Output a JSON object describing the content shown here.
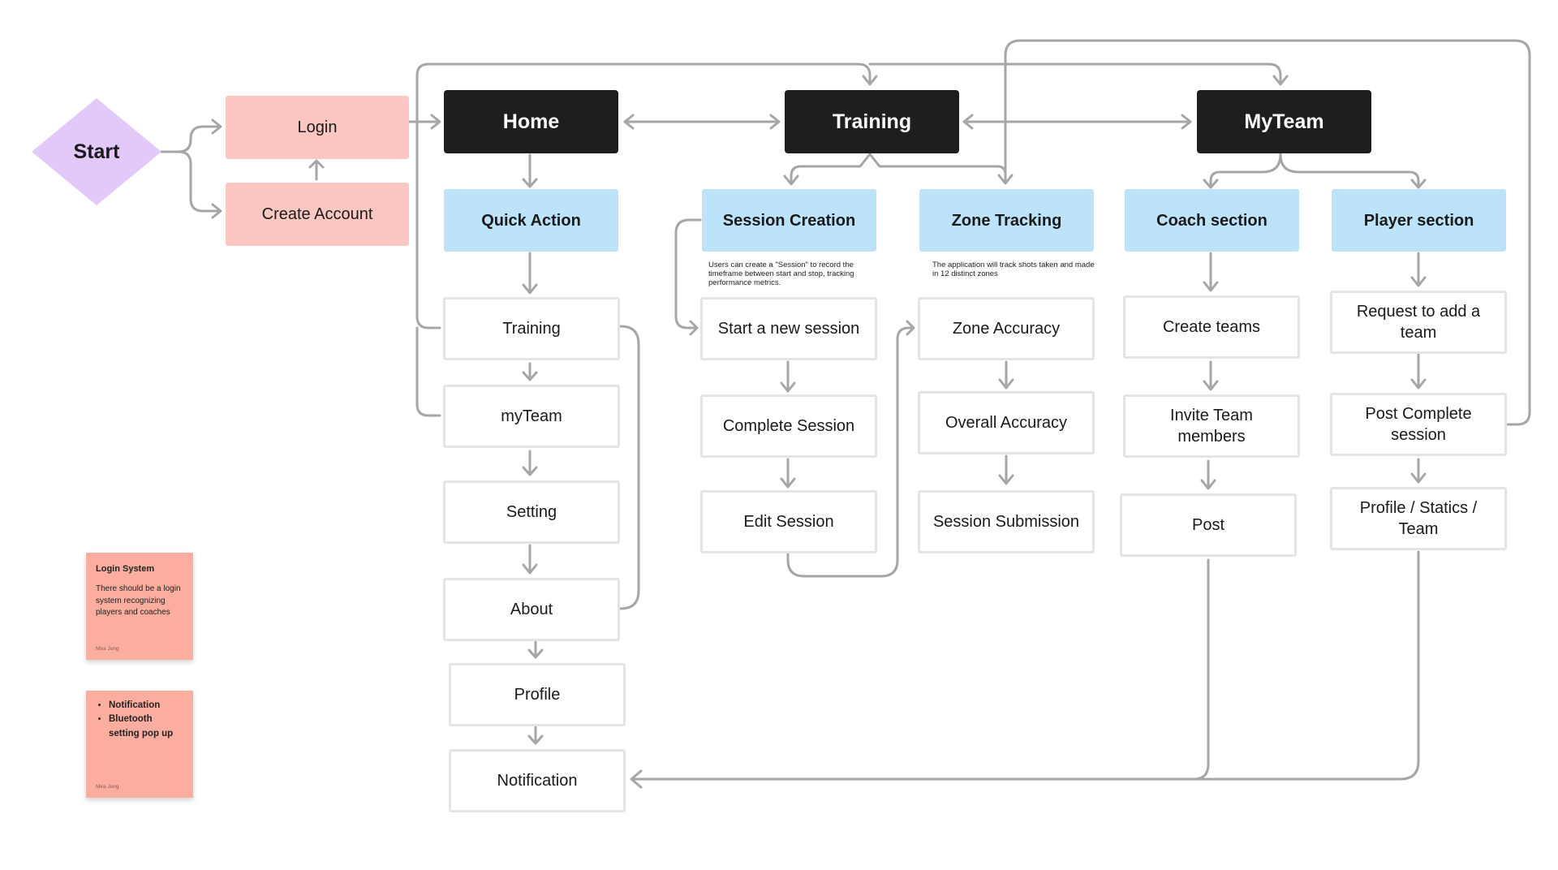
{
  "start": "Start",
  "auth": {
    "login": "Login",
    "create_account": "Create Account"
  },
  "sections": {
    "home": "Home",
    "training": "Training",
    "myteam": "MyTeam"
  },
  "home_flow": {
    "quick_action": "Quick Action",
    "items": [
      "Training",
      "myTeam",
      "Setting",
      "About",
      "Profile",
      "Notification"
    ]
  },
  "training_flow": {
    "session_creation": "Session Creation",
    "session_note": "Users can create a \"Session\" to record the timeframe between start and stop, tracking performance metrics.",
    "session_items": [
      "Start a new session",
      "Complete Session",
      "Edit Session"
    ],
    "zone_tracking": "Zone Tracking",
    "zone_note": "The application will track shots taken and made in 12 distinct zones",
    "zone_items": [
      "Zone Accuracy",
      "Overall Accuracy",
      "Session Submission"
    ]
  },
  "myteam_flow": {
    "coach_section": "Coach section",
    "coach_items": [
      "Create teams",
      "Invite Team members",
      "Post"
    ],
    "player_section": "Player section",
    "player_items": [
      "Request to add a team",
      "Post Complete session",
      "Profile / Statics / Team"
    ]
  },
  "stickies": {
    "login_system": {
      "title": "Login System",
      "body": "There should be a login system recognizing players and coaches",
      "author": "Mira Jung"
    },
    "notification": {
      "bullets": [
        "Notification",
        "Bluetooth setting pop up"
      ],
      "author": "Mira Jung"
    }
  },
  "colors": {
    "dark_node": "#1e1e1e",
    "blue_node": "#bde3fb",
    "pink_node": "#fcc6c2",
    "start_diamond": "#e2c9fa",
    "sticky": "#fbada0",
    "connector": "#a6a6a6"
  }
}
